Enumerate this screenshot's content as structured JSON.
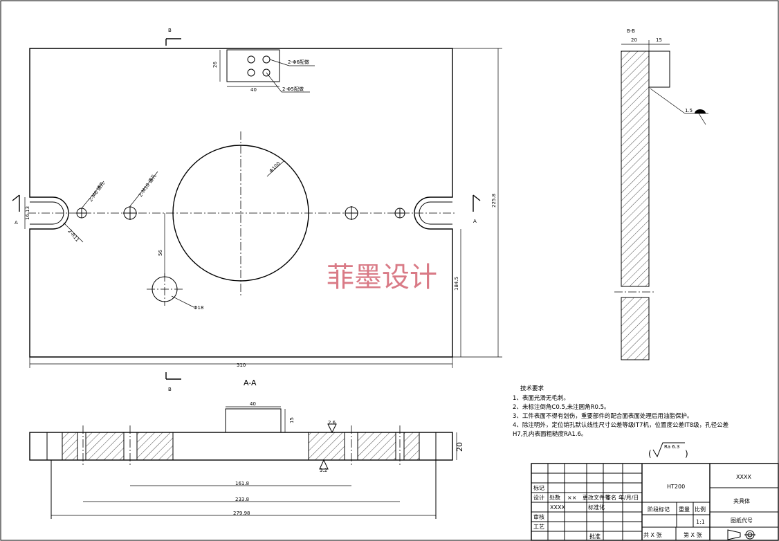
{
  "watermark": "菲墨设计",
  "section_labels": {
    "b_top": "B",
    "b_bottom": "B",
    "a_left": "A",
    "a_right": "A",
    "aa": "A-A",
    "bb": "B-B"
  },
  "main_view_dims": {
    "width": "310",
    "height": "225.8",
    "right_height": "184.5",
    "slot_height": "16.13",
    "top_block_w": "40",
    "top_block_h": "26",
    "bottom_offset": "56"
  },
  "main_view_callouts": {
    "phi6": "2-Φ6配做",
    "phi5": "2-Φ5配做",
    "m6": "2-M6 通孔",
    "m10": "2-M10 通孔",
    "r11": "2-R11",
    "big_circle": "Φ100",
    "small_circle": "Φ18"
  },
  "side_view_dims": {
    "w1": "20",
    "w2": "15",
    "weld": "1.5"
  },
  "bottom_view_dims": {
    "top_w": "40",
    "top_h": "15",
    "thickness": "20",
    "d1": "161.8",
    "d2": "233.8",
    "d3": "279.98",
    "rough_top": "2.6",
    "rough_bottom": "3.2"
  },
  "tech_requirements": {
    "title": "技术要求",
    "items": [
      "1、表面光滑无毛刺。",
      "2、未标注倒角C0.5,未注圆角R0.5。",
      "3、工件表面不得有划伤，重要部件的配合面表面处理后用油脂保护。",
      "4、除注明外，定位销孔默认线性尺寸公差等级IT7机，位置度公差IT8级，孔径公差",
      "H7,孔内表面粗糙度RA1.6。"
    ]
  },
  "roughness_symbol": "Ra 6.3",
  "title_block": {
    "row_labels": [
      "标记",
      "设计",
      "审核",
      "工艺"
    ],
    "count_label": "处数",
    "designer_mark": "××",
    "designer_code": "XXXX",
    "change_doc": "更改文件号",
    "sign": "签名",
    "date": "年/月/日",
    "standardize": "标准化",
    "approve": "批准",
    "material": "HT200",
    "company": "XXXX",
    "part_name": "夹具体",
    "stage_mark": "阶段标记",
    "weight": "重量",
    "scale_label": "比例",
    "scale": "1:1",
    "drawing_no": "图纸代号",
    "total": "共 X 张",
    "sheet": "第 X 张"
  }
}
